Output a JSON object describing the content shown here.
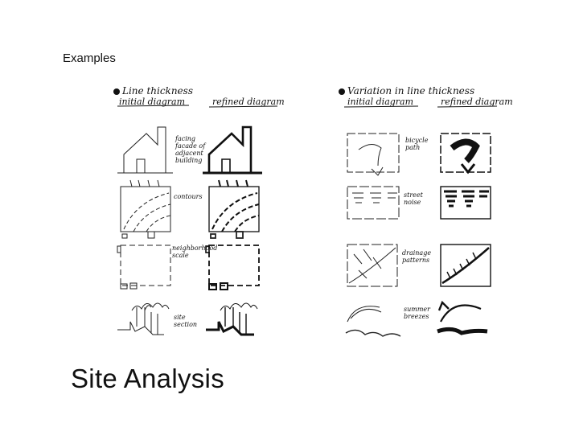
{
  "header": {
    "label": "Examples"
  },
  "footer": {
    "title": "Site Analysis"
  },
  "left": {
    "heading": "Line thickness",
    "col_initial": "initial diagram",
    "col_refined": "refined diagram",
    "notes": {
      "facade": "facing\nfacade of\nadjacent\nbuilding",
      "contours": "contours",
      "neighborhood": "neighborhood\nscale",
      "section": "site\nsection"
    }
  },
  "right": {
    "heading": "Variation in line thickness",
    "col_initial": "initial diagram",
    "col_refined": "refined diagram",
    "notes": {
      "bicycle": "bicycle\npath",
      "street": "street\nnoise",
      "drainage": "drainage\npatterns",
      "summer": "summer\nbreezes"
    }
  }
}
